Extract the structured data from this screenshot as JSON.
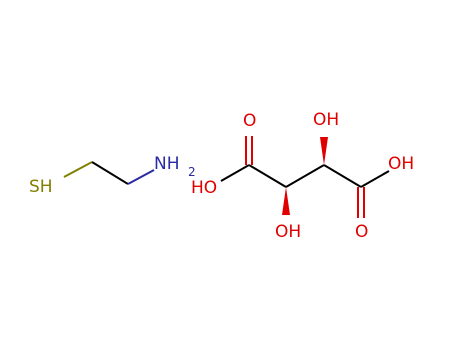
{
  "molecules": {
    "cysteamine": {
      "thiol_label": "SH",
      "amine_label": "NH",
      "amine_subscript": "2"
    },
    "tartaric_acid": {
      "left_carboxyl_oh": "HO",
      "left_carbonyl_o": "O",
      "lower_hydroxyl": "OH",
      "upper_hydroxyl": "OH",
      "right_carboxyl_oh": "OH",
      "right_carbonyl_o": "O"
    }
  },
  "colors": {
    "bond": "#000000",
    "sulfur": "#808000",
    "nitrogen": "#2a2aa5",
    "oxygen": "#e00000"
  }
}
